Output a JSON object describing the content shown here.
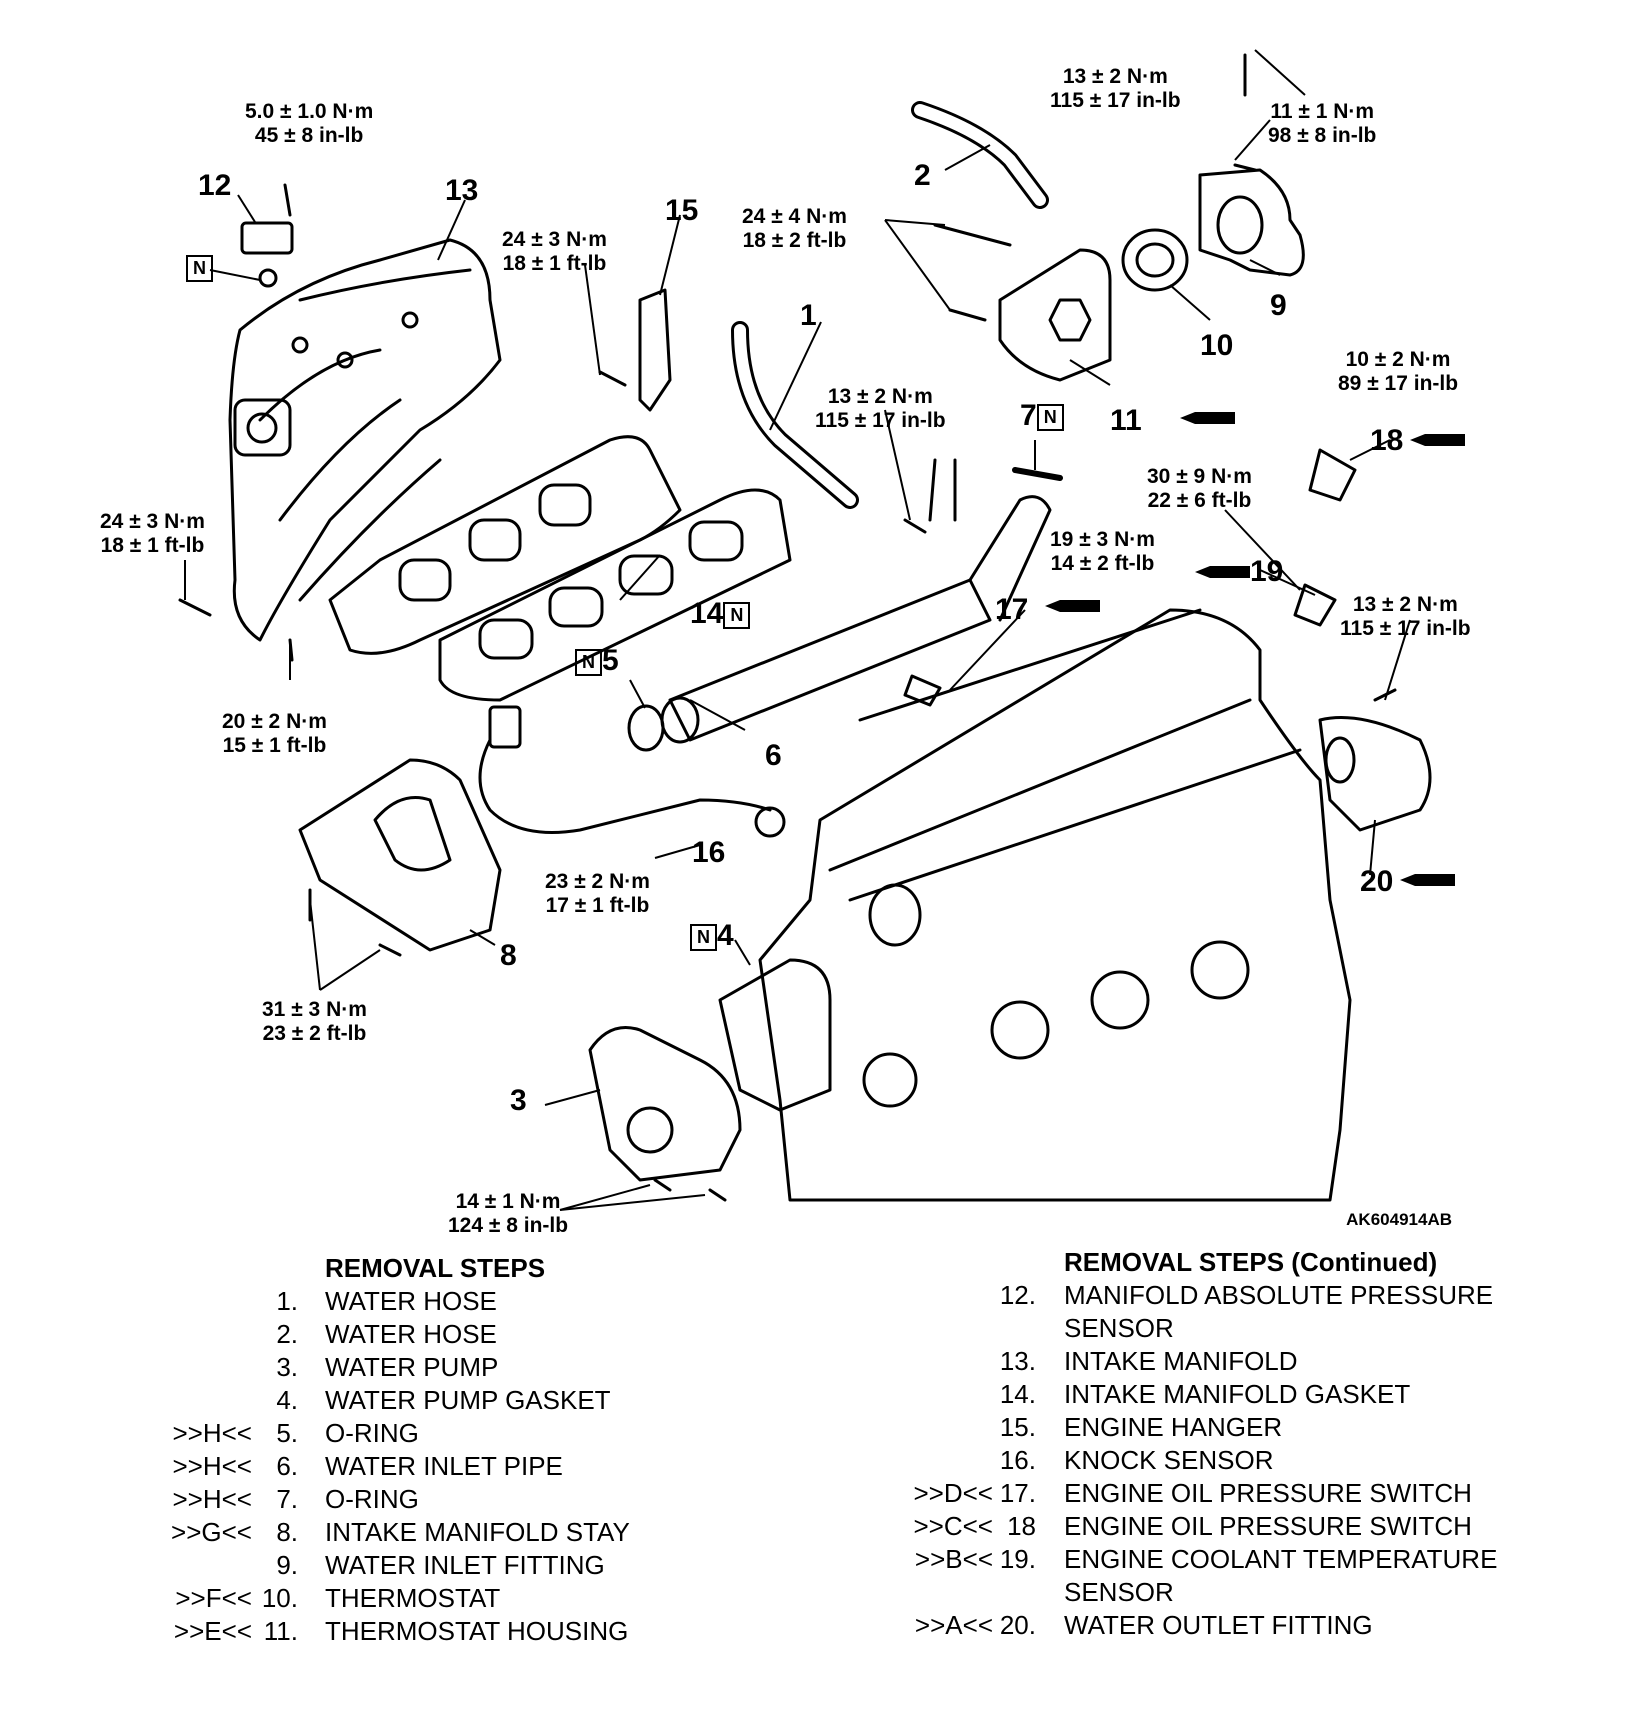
{
  "callouts": {
    "n1": "1",
    "n2": "2",
    "n3": "3",
    "n4": "4",
    "n5": "5",
    "n6": "6",
    "n7": "7",
    "n8": "8",
    "n9": "9",
    "n10": "10",
    "n11": "11",
    "n12": "12",
    "n13": "13",
    "n14": "14",
    "n15": "15",
    "n16": "16",
    "n17": "17",
    "n18": "18",
    "n19": "19",
    "n20": "20",
    "new_part_mark": "N"
  },
  "torques": {
    "t_12": [
      "5.0 ± 1.0 N·m",
      "45 ± 8 in-lb"
    ],
    "t_15": [
      "24 ± 3 N·m",
      "18 ± 1 ft-lb"
    ],
    "t_11a": [
      "24 ± 4 N·m",
      "18 ± 2 ft-lb"
    ],
    "t_9": [
      "13 ± 2 N·m",
      "115 ± 17 in-lb"
    ],
    "t_bracket": [
      "11 ± 1 N·m",
      "98 ± 8 in-lb"
    ],
    "t_18": [
      "10 ± 2 N·m",
      "89 ± 17 in-lb"
    ],
    "t_6": [
      "13 ± 2 N·m",
      "115 ± 17 in-lb"
    ],
    "t_19": [
      "30 ± 9 N·m",
      "22 ± 6 ft-lb"
    ],
    "t_17": [
      "19 ± 3 N·m",
      "14 ± 2 ft-lb"
    ],
    "t_20": [
      "13 ± 2 N·m",
      "115 ± 17 in-lb"
    ],
    "t_13": [
      "24 ± 3 N·m",
      "18 ± 1 ft-lb"
    ],
    "t_14": [
      "20 ± 2 N·m",
      "15 ± 1 ft-lb"
    ],
    "t_16": [
      "23 ± 2 N·m",
      "17 ± 1 ft-lb"
    ],
    "t_8": [
      "31 ± 3 N·m",
      "23 ± 2 ft-lb"
    ],
    "t_3": [
      "14 ± 1 N·m",
      "124 ± 8 in-lb"
    ]
  },
  "figure_code": "AK604914AB",
  "removal_steps": {
    "heading": "REMOVAL STEPS",
    "items": [
      {
        "mark": "",
        "no": "1.",
        "text": "WATER HOSE"
      },
      {
        "mark": "",
        "no": "2.",
        "text": "WATER HOSE"
      },
      {
        "mark": "",
        "no": "3.",
        "text": "WATER PUMP"
      },
      {
        "mark": "",
        "no": "4.",
        "text": "WATER PUMP GASKET"
      },
      {
        "mark": ">>H<<",
        "no": "5.",
        "text": "O-RING"
      },
      {
        "mark": ">>H<<",
        "no": "6.",
        "text": "WATER INLET PIPE"
      },
      {
        "mark": ">>H<<",
        "no": "7.",
        "text": "O-RING"
      },
      {
        "mark": ">>G<<",
        "no": "8.",
        "text": "INTAKE MANIFOLD STAY"
      },
      {
        "mark": "",
        "no": "9.",
        "text": "WATER INLET FITTING"
      },
      {
        "mark": ">>F<<",
        "no": "10.",
        "text": "THERMOSTAT"
      },
      {
        "mark": ">>E<<",
        "no": "11.",
        "text": "THERMOSTAT HOUSING"
      }
    ]
  },
  "removal_steps_continued": {
    "heading": "REMOVAL STEPS (Continued)",
    "items": [
      {
        "mark": "",
        "no": "12.",
        "text": "MANIFOLD ABSOLUTE PRESSURE"
      },
      {
        "mark": "",
        "no": "",
        "text": "SENSOR"
      },
      {
        "mark": "",
        "no": "13.",
        "text": "INTAKE MANIFOLD"
      },
      {
        "mark": "",
        "no": "14.",
        "text": "INTAKE MANIFOLD GASKET"
      },
      {
        "mark": "",
        "no": "15.",
        "text": "ENGINE HANGER"
      },
      {
        "mark": "",
        "no": "16.",
        "text": "KNOCK SENSOR"
      },
      {
        "mark": ">>D<<",
        "no": "17.",
        "text": "ENGINE OIL PRESSURE SWITCH"
      },
      {
        "mark": ">>C<<",
        "no": "18",
        "text": "ENGINE OIL PRESSURE SWITCH"
      },
      {
        "mark": ">>B<<",
        "no": "19.",
        "text": "ENGINE COOLANT TEMPERATURE"
      },
      {
        "mark": "",
        "no": "",
        "text": "SENSOR"
      },
      {
        "mark": ">>A<<",
        "no": "20.",
        "text": "WATER OUTLET FITTING"
      }
    ]
  }
}
